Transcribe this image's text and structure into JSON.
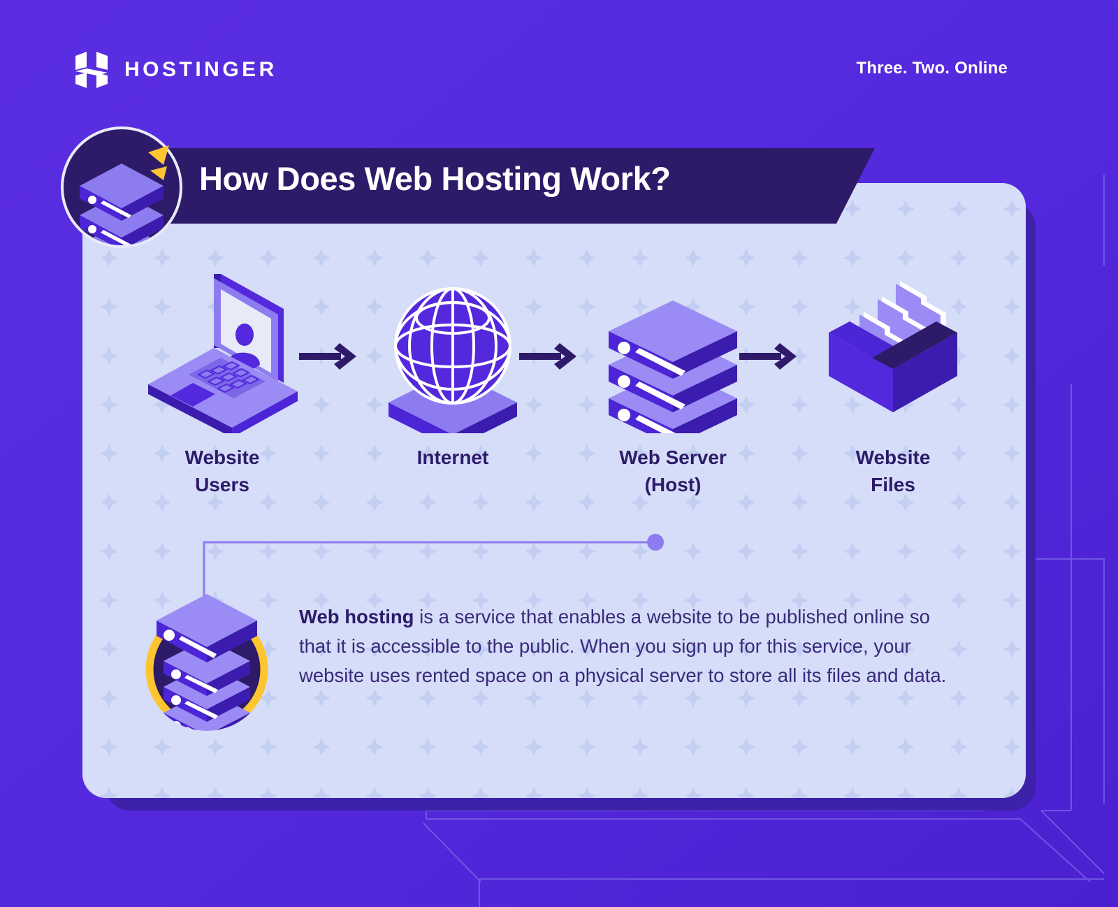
{
  "header": {
    "logo_icon": "hostinger-h-logo-icon",
    "logo_text": "HOSTINGER",
    "tagline": "Three. Two. Online"
  },
  "title": {
    "badge_icon": "server-stack-circle-badge-icon",
    "text": "How Does Web Hosting Work?"
  },
  "flow": {
    "arrow_icon": "arrow-right-icon",
    "steps": [
      {
        "icon": "laptop-user-icon",
        "label": "Website\nUsers"
      },
      {
        "icon": "globe-internet-icon",
        "label": "Internet"
      },
      {
        "icon": "server-stack-icon",
        "label": "Web Server\n(Host)"
      },
      {
        "icon": "file-box-icon",
        "label": "Website\nFiles"
      }
    ]
  },
  "definition": {
    "badge_icon": "server-stack-gold-circle-icon",
    "term": "Web hosting",
    "body": " is a service that enables a website to be published online so that it is accessible to the public. When you sign up for this service, your website uses rented space on a physical server to store all its files and data."
  },
  "colors": {
    "background": "#5429dd",
    "card": "#d5ddf8",
    "card_shadow": "#3d21a8",
    "banner": "#2d1b69",
    "text_dark": "#2d1b69",
    "text_body": "#3a2a7a",
    "accent_light_purple": "#8c7cf0",
    "accent_gold": "#ffc530",
    "white": "#ffffff"
  }
}
